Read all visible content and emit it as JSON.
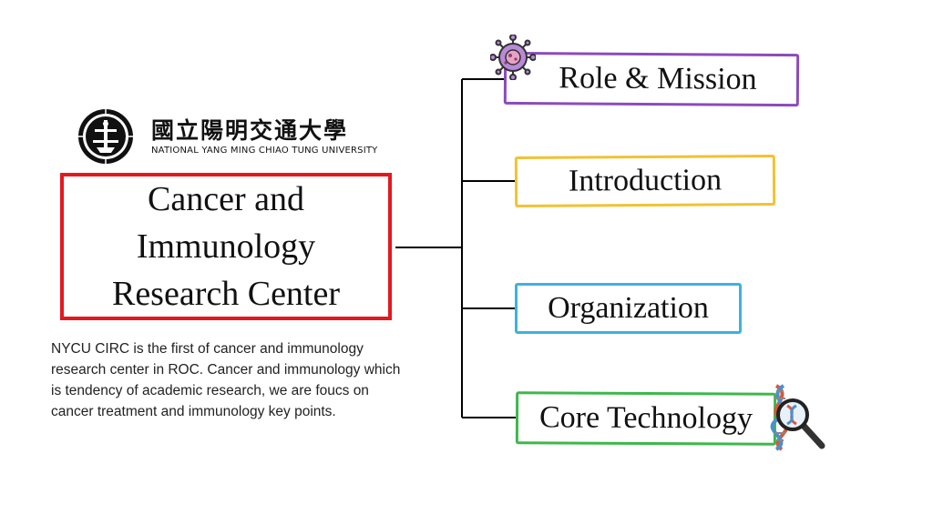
{
  "university": {
    "name_cn": "國立陽明交通大學",
    "name_en": "NATIONAL YANG MING CHIAO TUNG UNIVERSITY"
  },
  "center": {
    "title": "Cancer and Immunology Research Center"
  },
  "description": "NYCU CIRC is the first of cancer and immunology research center in ROC. Cancer and immunology which is tendency of academic research, we are foucs on cancer treatment and immunology key points.",
  "nodes": [
    {
      "label": "Role & Mission",
      "color": "#8c4bbc",
      "icon": "germ-icon"
    },
    {
      "label": "Introduction",
      "color": "#f1c232"
    },
    {
      "label": "Organization",
      "color": "#3fb1de"
    },
    {
      "label": "Core Technology",
      "color": "#3db84a",
      "icon": "dna-magnifier-icon"
    }
  ],
  "colors": {
    "center_border": "#e4181f",
    "connector": "#000000"
  }
}
